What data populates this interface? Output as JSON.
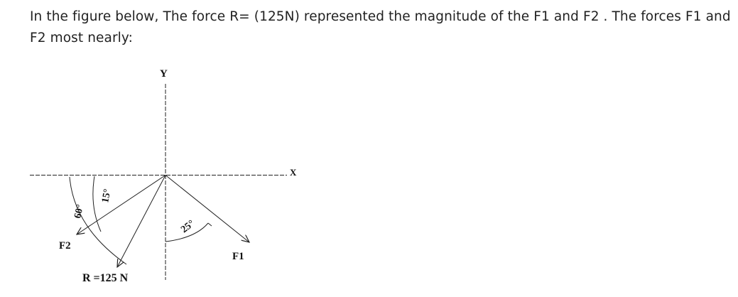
{
  "question": {
    "text": "In the figure below,  The force R= (125N) represented the magnitude of the F1 and F2 . The forces F1 and F2 most nearly:"
  },
  "diagram": {
    "axis_y_label": "Y",
    "axis_x_label": "X",
    "force_1_label": "F1",
    "force_2_label": "F2",
    "resultant_label": "R =125 N",
    "angle_f2_label": "60°",
    "angle_r_label": "15°",
    "angle_f1_label": "25°",
    "line_color": "#222222"
  }
}
